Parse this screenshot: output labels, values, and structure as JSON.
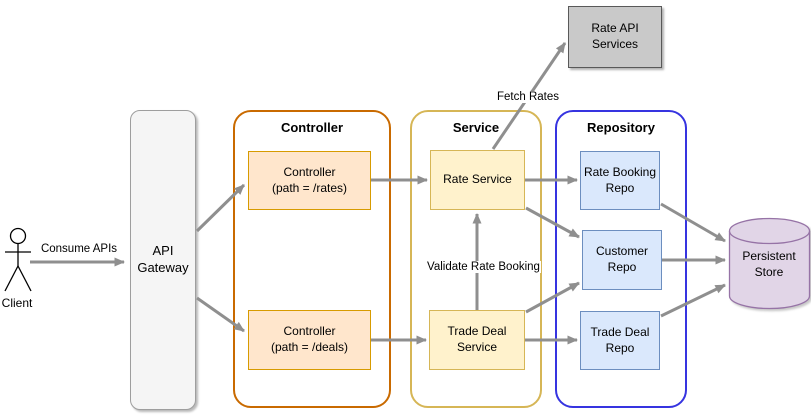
{
  "colors": {
    "arrow": "#8f8f8f",
    "orange_fill": "#FFE6CC",
    "orange_stroke": "#D79B00",
    "controller_border": "#C96A00",
    "yellow_fill": "#FFF2CC",
    "yellow_stroke": "#D6B656",
    "blue_fill": "#DAE8FC",
    "blue_stroke": "#6C8EBF",
    "repository_border": "#3634E0",
    "gray_fill": "#C9C9C9",
    "gray_stroke": "#595959",
    "gateway_fill": "#F5F5F5",
    "gateway_stroke": "#9e9e9e",
    "purple_fill": "#E1D5E7",
    "purple_stroke": "#9673A6"
  },
  "actor": {
    "label": "Client"
  },
  "sections": {
    "controller": {
      "title": "Controller"
    },
    "service": {
      "title": "Service"
    },
    "repository": {
      "title": "Repository"
    }
  },
  "nodes": {
    "api_gateway": {
      "lines": [
        "API",
        "Gateway"
      ]
    },
    "controller_rates": {
      "lines": [
        "Controller",
        "(path = /rates)"
      ]
    },
    "controller_deals": {
      "lines": [
        "Controller",
        "(path = /deals)"
      ]
    },
    "rate_service": {
      "lines": [
        "Rate Service"
      ]
    },
    "trade_deal_service": {
      "lines": [
        "Trade Deal",
        "Service"
      ]
    },
    "rate_booking_repo": {
      "lines": [
        "Rate Booking",
        "Repo"
      ]
    },
    "customer_repo": {
      "lines": [
        "Customer",
        "Repo"
      ]
    },
    "trade_deal_repo": {
      "lines": [
        "Trade Deal",
        "Repo"
      ]
    },
    "rate_api_services": {
      "lines": [
        "Rate API",
        "Services"
      ]
    },
    "persistent_store": {
      "lines": [
        "Persistent",
        "Store"
      ]
    }
  },
  "edges": {
    "consume_apis": {
      "label": "Consume APIs"
    },
    "fetch_rates": {
      "label": "Fetch Rates"
    },
    "validate_rate_booking": {
      "label": "Validate Rate Booking"
    }
  }
}
